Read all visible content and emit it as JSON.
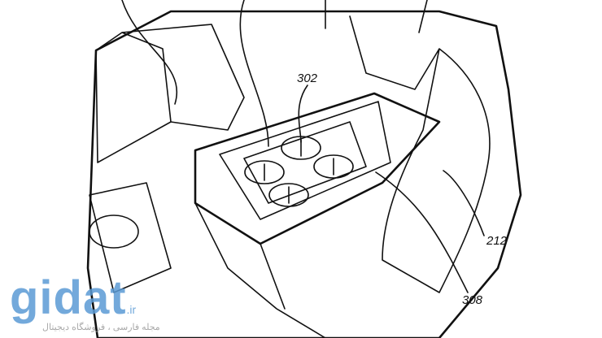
{
  "figure": {
    "reference_labels": [
      "302",
      "212",
      "308"
    ]
  },
  "watermark": {
    "logo": "gidat",
    "tld": ".ir",
    "tagline": "مجله فارسی ، فروشگاه دیجیتال"
  }
}
